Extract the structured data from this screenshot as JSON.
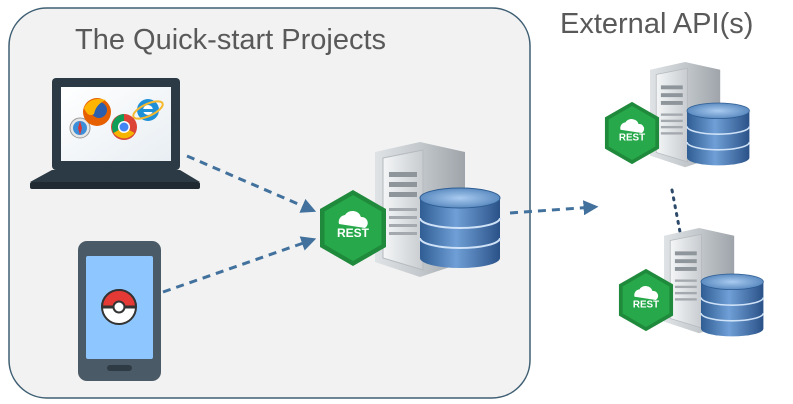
{
  "diagram": {
    "quickstart_title": "The Quick-start Projects",
    "external_title": "External API(s)",
    "badge_label": "REST",
    "icons": [
      "laptop-icon",
      "firefox-icon",
      "chrome-icon",
      "ie-icon",
      "safari-icon",
      "smartphone-icon",
      "pokeball-icon",
      "server-icon",
      "database-icon",
      "rest-badge-icon"
    ],
    "colors": {
      "panel_fill": "#f2f2f2",
      "panel_border": "#3f5f73",
      "arrow": "#41719c",
      "badge": "#27a84a",
      "database": "#4f7eb4",
      "laptop": "#2b3a45",
      "phone": "#4a5a66",
      "phone_screen": "#8ec6ff",
      "text": "#595959"
    }
  }
}
